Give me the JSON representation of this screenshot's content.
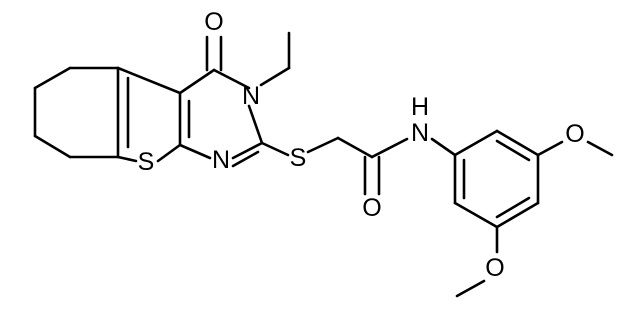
{
  "molecule": {
    "atoms": {
      "o_carbonyl_ring": "O",
      "n_ethyl": "N",
      "n_ring": "N",
      "s_thiophene": "S",
      "s_thioether": "S",
      "n_amide": "N",
      "h_amide": "H",
      "o_amide": "O",
      "o_methoxy_top": "O",
      "o_methoxy_bottom": "O"
    }
  }
}
